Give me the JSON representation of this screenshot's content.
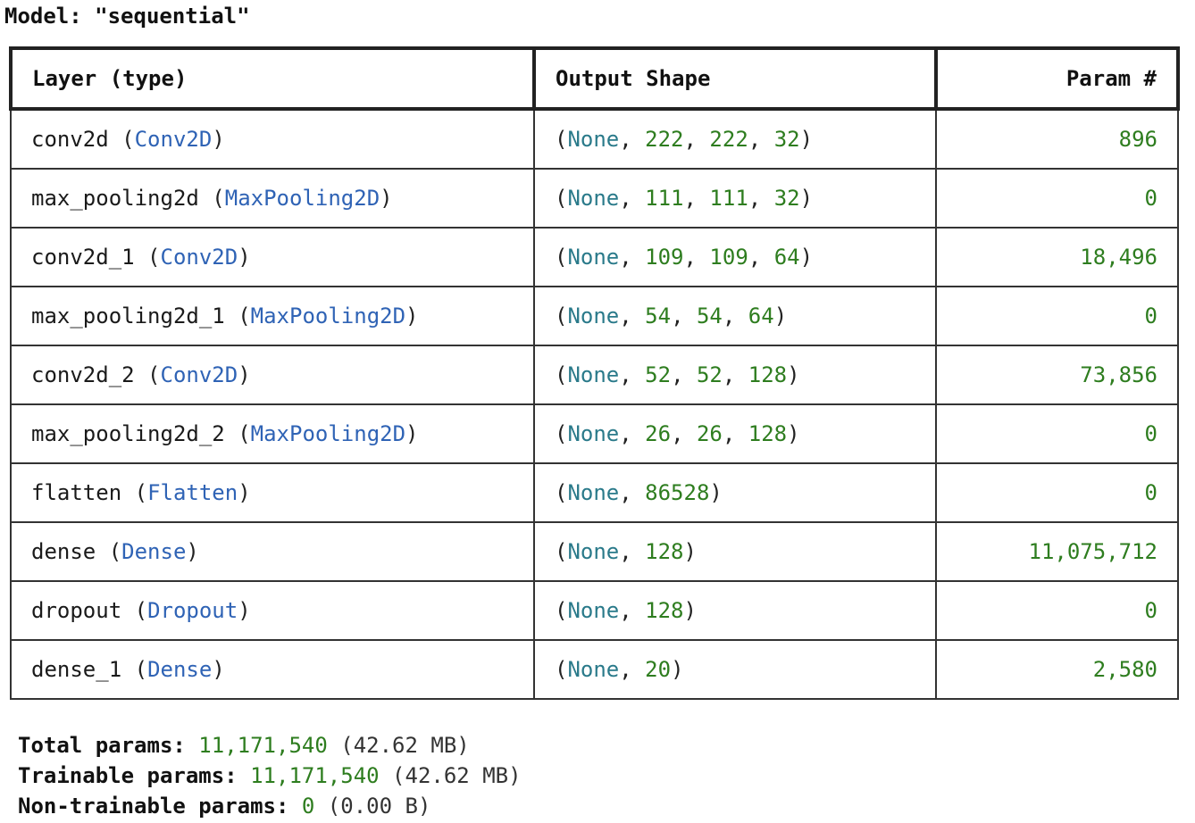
{
  "model": {
    "title": "Model: \"sequential\""
  },
  "table": {
    "headers": {
      "layer": "Layer (type)",
      "output": "Output Shape",
      "params": "Param #"
    },
    "rows": [
      {
        "name": "conv2d",
        "type": "Conv2D",
        "dims": [
          "222",
          "222",
          "32"
        ],
        "params": "896"
      },
      {
        "name": "max_pooling2d",
        "type": "MaxPooling2D",
        "dims": [
          "111",
          "111",
          "32"
        ],
        "params": "0"
      },
      {
        "name": "conv2d_1",
        "type": "Conv2D",
        "dims": [
          "109",
          "109",
          "64"
        ],
        "params": "18,496"
      },
      {
        "name": "max_pooling2d_1",
        "type": "MaxPooling2D",
        "dims": [
          "54",
          "54",
          "64"
        ],
        "params": "0"
      },
      {
        "name": "conv2d_2",
        "type": "Conv2D",
        "dims": [
          "52",
          "52",
          "128"
        ],
        "params": "73,856"
      },
      {
        "name": "max_pooling2d_2",
        "type": "MaxPooling2D",
        "dims": [
          "26",
          "26",
          "128"
        ],
        "params": "0"
      },
      {
        "name": "flatten",
        "type": "Flatten",
        "dims": [
          "86528"
        ],
        "params": "0"
      },
      {
        "name": "dense",
        "type": "Dense",
        "dims": [
          "128"
        ],
        "params": "11,075,712"
      },
      {
        "name": "dropout",
        "type": "Dropout",
        "dims": [
          "128"
        ],
        "params": "0"
      },
      {
        "name": "dense_1",
        "type": "Dense",
        "dims": [
          "20"
        ],
        "params": "2,580"
      }
    ],
    "none_label": "None"
  },
  "totals": {
    "total": {
      "label": "Total params:",
      "value": "11,171,540",
      "size": "(42.62 MB)"
    },
    "trainable": {
      "label": "Trainable params:",
      "value": "11,171,540",
      "size": "(42.62 MB)"
    },
    "non_trainable": {
      "label": "Non-trainable params:",
      "value": "0",
      "size": "(0.00 B)"
    }
  },
  "colors": {
    "class_name": "#2f63b5",
    "none": "#2a7a8a",
    "number": "#2e7d1f"
  }
}
